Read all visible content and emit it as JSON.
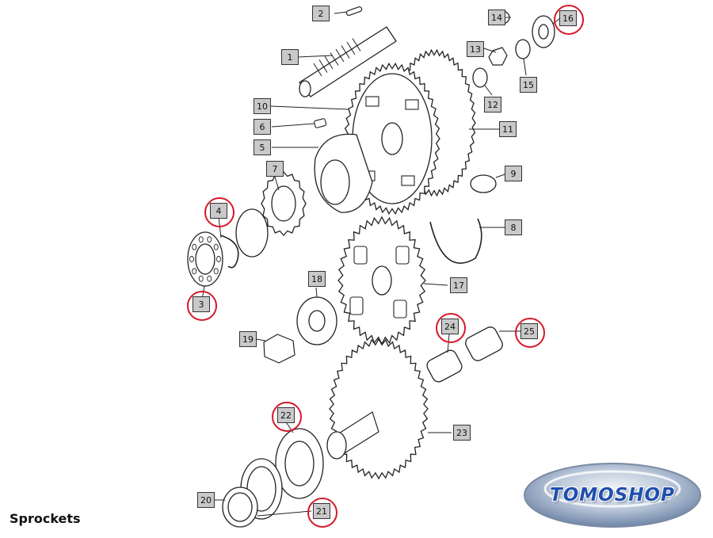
{
  "caption": "Sprockets",
  "logo": {
    "text": "TOMOSHOP"
  },
  "colors": {
    "highlight_ring": "#d6182a",
    "callout_fill": "#c9c9c9",
    "line": "#222222",
    "logo_text": "#1f4fae"
  },
  "parts": [
    {
      "id": "1",
      "label": "1",
      "circled": false
    },
    {
      "id": "2",
      "label": "2",
      "circled": false
    },
    {
      "id": "3",
      "label": "3",
      "circled": true
    },
    {
      "id": "4",
      "label": "4",
      "circled": true
    },
    {
      "id": "5",
      "label": "5",
      "circled": false
    },
    {
      "id": "6",
      "label": "6",
      "circled": false
    },
    {
      "id": "7",
      "label": "7",
      "circled": false
    },
    {
      "id": "8",
      "label": "8",
      "circled": false
    },
    {
      "id": "9",
      "label": "9",
      "circled": false
    },
    {
      "id": "10",
      "label": "10",
      "circled": false
    },
    {
      "id": "11",
      "label": "11",
      "circled": false
    },
    {
      "id": "12",
      "label": "12",
      "circled": false
    },
    {
      "id": "13",
      "label": "13",
      "circled": false
    },
    {
      "id": "14",
      "label": "14",
      "circled": false
    },
    {
      "id": "15",
      "label": "15",
      "circled": false
    },
    {
      "id": "16",
      "label": "16",
      "circled": true
    },
    {
      "id": "17",
      "label": "17",
      "circled": false
    },
    {
      "id": "18",
      "label": "18",
      "circled": false
    },
    {
      "id": "19",
      "label": "19",
      "circled": false
    },
    {
      "id": "20",
      "label": "20",
      "circled": false
    },
    {
      "id": "21",
      "label": "21",
      "circled": true
    },
    {
      "id": "22",
      "label": "22",
      "circled": true
    },
    {
      "id": "23",
      "label": "23",
      "circled": false
    },
    {
      "id": "24",
      "label": "24",
      "circled": true
    },
    {
      "id": "25",
      "label": "25",
      "circled": true
    }
  ]
}
